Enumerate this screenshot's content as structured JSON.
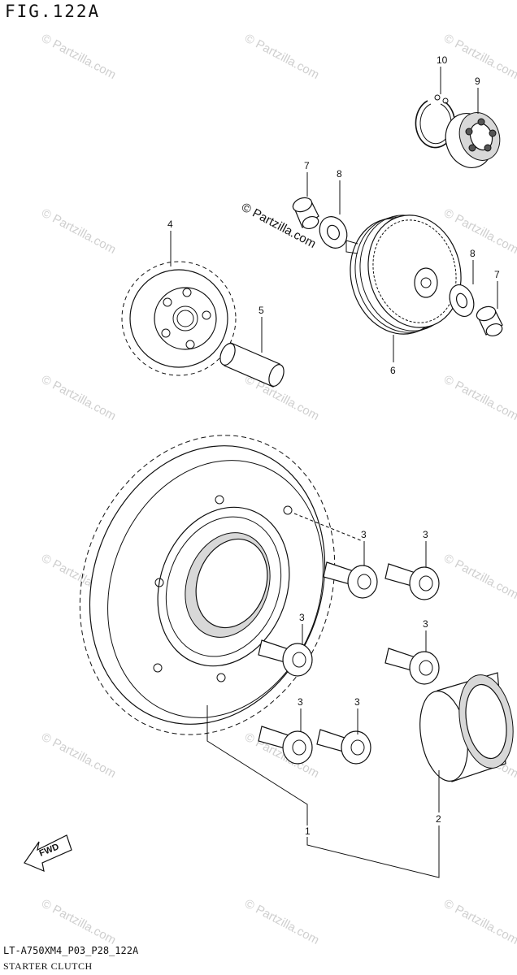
{
  "figure": {
    "title": "FIG.122A"
  },
  "footer": {
    "code": "LT-A750XM4_P03_P28_122A",
    "name": "STARTER CLUTCH"
  },
  "watermark": {
    "text": "© Partzilla.com",
    "credit": "© Partzilla.com"
  },
  "direction": {
    "label": "FWD"
  },
  "parts": [
    {
      "ref": "1",
      "name": "starter clutch gear"
    },
    {
      "ref": "2",
      "name": "needle bearing"
    },
    {
      "ref": "3",
      "name": "bolt"
    },
    {
      "ref": "3",
      "name": "bolt"
    },
    {
      "ref": "3",
      "name": "bolt"
    },
    {
      "ref": "3",
      "name": "bolt"
    },
    {
      "ref": "3",
      "name": "bolt"
    },
    {
      "ref": "3",
      "name": "bolt"
    },
    {
      "ref": "4",
      "name": "idle gear"
    },
    {
      "ref": "5",
      "name": "shaft"
    },
    {
      "ref": "6",
      "name": "starter clutch"
    },
    {
      "ref": "7",
      "name": "bushing"
    },
    {
      "ref": "7",
      "name": "bushing"
    },
    {
      "ref": "8",
      "name": "washer"
    },
    {
      "ref": "8",
      "name": "washer"
    },
    {
      "ref": "9",
      "name": "bearing"
    },
    {
      "ref": "10",
      "name": "circlip"
    }
  ]
}
